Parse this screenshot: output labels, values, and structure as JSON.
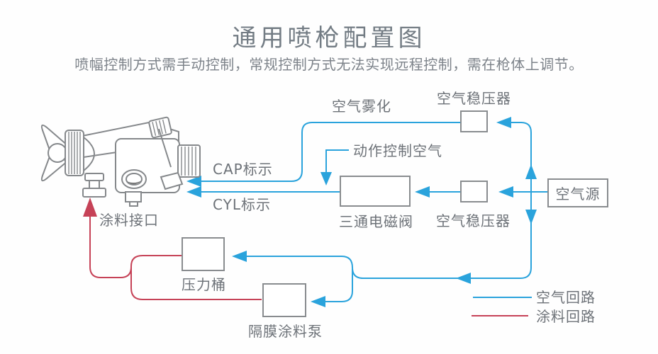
{
  "title": "通用喷枪配置图",
  "subtitle": "喷幅控制方式需手动控制，常规控制方式无法实现远程控制，需在枪体上调节。",
  "colors": {
    "air": "#2aa3dc",
    "paint": "#c64257",
    "box_border": "#898c8f",
    "text": "#6d7278",
    "title_text": "#737c84",
    "subtitle_text": "#7d838a",
    "gun_stroke": "#85888b"
  },
  "nodes": {
    "air_atomization": "空气雾化",
    "air_stabilizer_top": "空气稳压器",
    "action_control_air": "动作控制空气",
    "cap_mark": "CAP标示",
    "cyl_mark": "CYL标示",
    "solenoid_valve": "三通电磁阀",
    "air_stabilizer_mid": "空气稳压器",
    "air_source": "空气源",
    "paint_inlet": "涂料接口",
    "pressure_tank": "压力桶",
    "diaphragm_pump": "隔膜涂料泵"
  },
  "legend": {
    "air_circuit": "空气回路",
    "paint_circuit": "涂料回路"
  }
}
